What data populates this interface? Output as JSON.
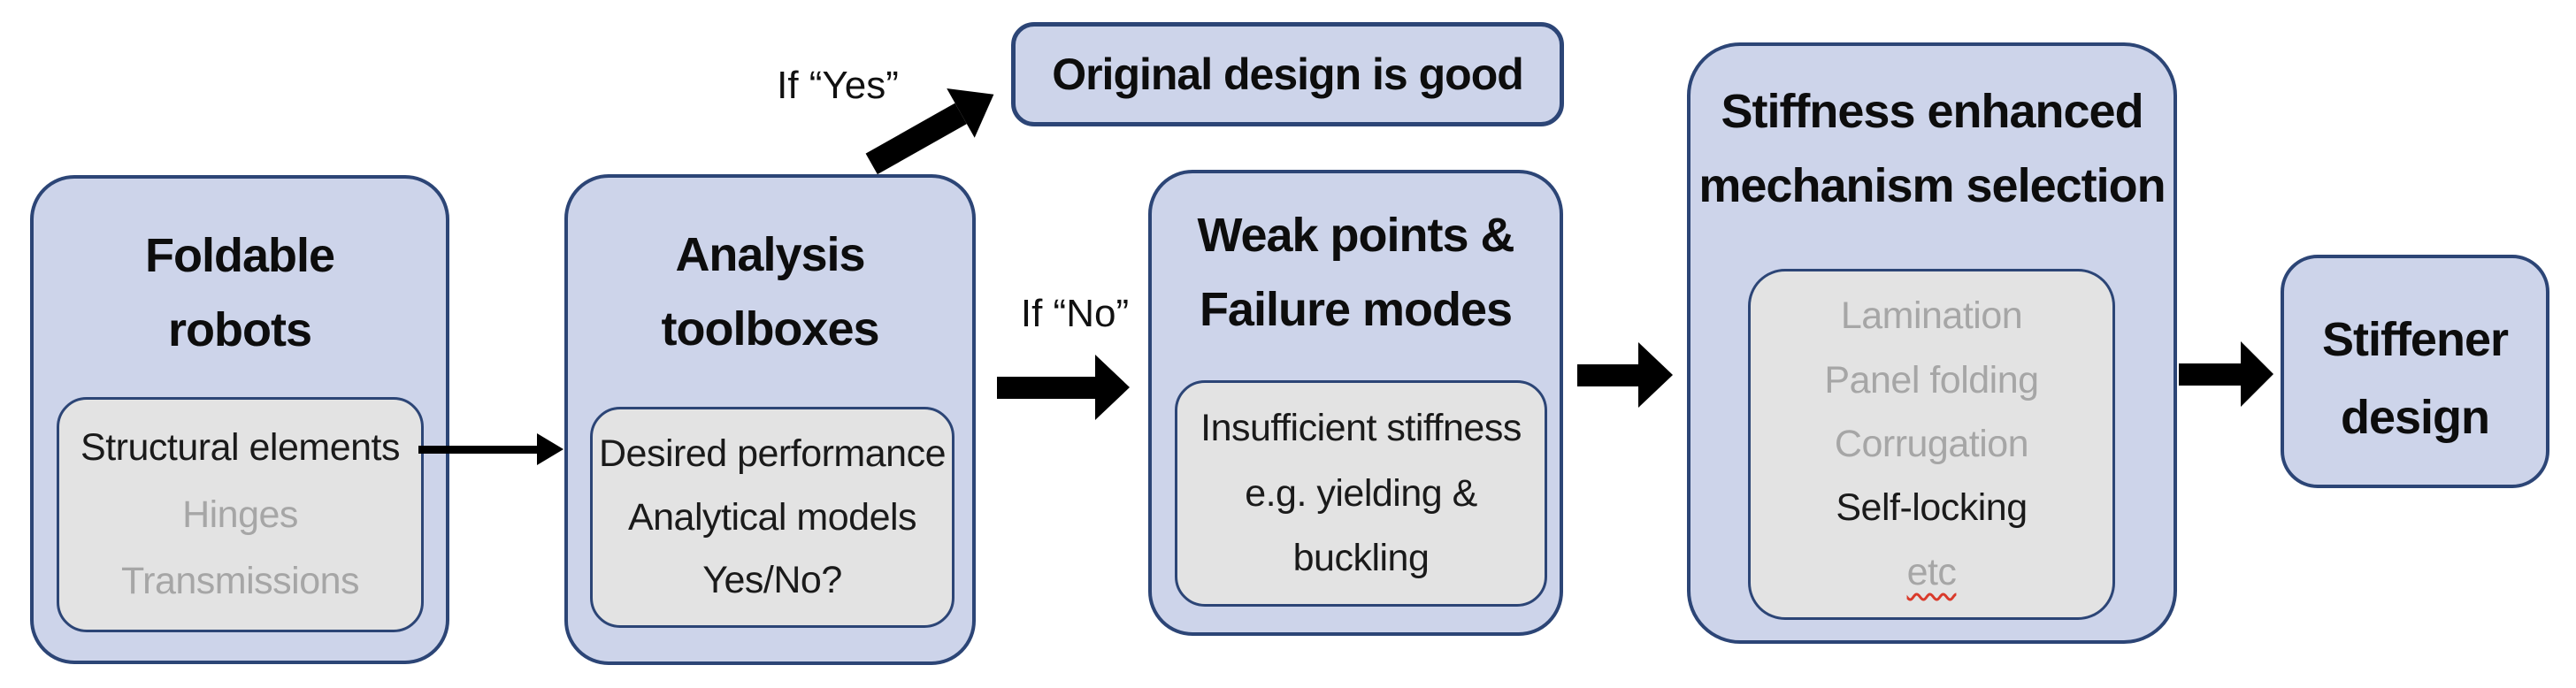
{
  "diagram": {
    "nodes": {
      "foldable_robots": {
        "title_lines": [
          "Foldable",
          "robots"
        ],
        "items": [
          {
            "label": "Structural elements",
            "muted": false
          },
          {
            "label": "Hinges",
            "muted": true
          },
          {
            "label": "Transmissions",
            "muted": true
          }
        ]
      },
      "analysis_toolboxes": {
        "title_lines": [
          "Analysis",
          "toolboxes"
        ],
        "items": [
          {
            "label": "Desired performance",
            "muted": false
          },
          {
            "label": "Analytical models",
            "muted": false
          },
          {
            "label": "Yes/No?",
            "muted": false
          }
        ]
      },
      "original_design": {
        "label": "Original design is good"
      },
      "weak_points": {
        "title_lines": [
          "Weak points &",
          "Failure modes"
        ],
        "items": [
          {
            "label": "Insufficient stiffness",
            "muted": false
          },
          {
            "label": "e.g. yielding &",
            "muted": false
          },
          {
            "label": "buckling",
            "muted": false
          }
        ]
      },
      "stiffness_selection": {
        "title_lines": [
          "Stiffness enhanced",
          "mechanism selection"
        ],
        "items": [
          {
            "label": "Lamination",
            "muted": true
          },
          {
            "label": "Panel folding",
            "muted": true
          },
          {
            "label": "Corrugation",
            "muted": true
          },
          {
            "label": "Self-locking",
            "muted": false
          },
          {
            "label": "etc",
            "muted": true,
            "spellcheck_underline": true
          }
        ]
      },
      "stiffener_design": {
        "title_lines": [
          "Stiffener",
          "design"
        ]
      }
    },
    "edge_labels": {
      "yes": "If “Yes”",
      "no": "If “No”"
    },
    "colors": {
      "node_fill": "#cdd4ea",
      "node_border": "#2c4576",
      "inner_fill": "#e3e3e3",
      "text": "#111111",
      "muted_text": "#a6a6a6",
      "arrow": "#000000",
      "spellcheck_red": "#d93a2b",
      "background": "#ffffff"
    }
  }
}
